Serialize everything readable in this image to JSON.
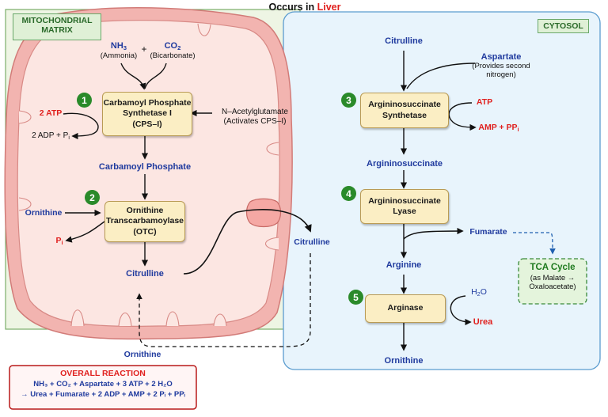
{
  "title": {
    "prefix": "Occurs in ",
    "highlight": "Liver"
  },
  "compartments": {
    "matrix_line1": "MITOCHONDRIAL",
    "matrix_line2": "MATRIX",
    "cytosol": "CYTOSOL"
  },
  "substrates": {
    "nh3": "NH",
    "nh3_sub": "3",
    "ammonia": "(Ammonia)",
    "plus": "+",
    "co2": "CO",
    "co2_sub": "2",
    "bicarbonate": "(Bicarbonate)"
  },
  "steps": [
    "1",
    "2",
    "3",
    "4",
    "5"
  ],
  "enzymes": {
    "cps1": [
      "Carbamoyl Phosphate",
      "Synthetase I",
      "(CPS–I)"
    ],
    "otc": [
      "Ornithine",
      "Transcarbamoylase",
      "(OTC)"
    ],
    "ass": [
      "Argininosuccinate",
      "Synthetase"
    ],
    "asl": [
      "Argininosuccinate",
      "Lyase"
    ],
    "arginase": [
      "Arginase"
    ]
  },
  "labels": {
    "atp2": "2 ATP",
    "adp2": "2 ADP + P",
    "adp2_sub": "i",
    "nag": "N–Acetylglutamate",
    "nag_note": "(Activates CPS–I)",
    "carbamoyl_phosphate": "Carbamoyl Phosphate",
    "ornithine_in": "Ornithine",
    "pi": "P",
    "pi_sub": "i",
    "citrulline_matrix": "Citrulline",
    "citrulline_transport": "Citrulline",
    "ornithine_return": "Ornithine",
    "citrulline_cytosol": "Citrulline",
    "aspartate": "Aspartate",
    "aspartate_note1": "(Provides second",
    "aspartate_note2": "nitrogen)",
    "atp": "ATP",
    "amp_ppi": "AMP + PP",
    "amp_ppi_sub": "i",
    "argininosuccinate": "Argininosuccinate",
    "fumarate": "Fumarate",
    "arginine": "Arginine",
    "h2o": "H",
    "h2o_sub1": "2",
    "h2o_rest": "O",
    "urea": "Urea",
    "ornithine_out": "Ornithine"
  },
  "tca": {
    "title": "TCA Cycle",
    "line2": "(as Malate →",
    "line3": "Oxaloacetate)"
  },
  "overall": {
    "title": "OVERALL REACTION",
    "line1": "NH₃ + CO₂ + Aspartate + 3 ATP + 2 H₂O",
    "line2": "→ Urea + Fumarate + 2 ADP + AMP + 2 Pᵢ + PPᵢ"
  },
  "colors": {
    "matrix_panel": "#eef5e4",
    "mito_outer": "#f2b4b0",
    "mito_inner": "#fce6e2",
    "cytosol_panel": "#e8f4fc",
    "enzyme_box": "#fbeec4",
    "step_badge": "#2a8a2a",
    "metabolite_blue": "#1f3a9e",
    "highlight_red": "#e0201e"
  }
}
